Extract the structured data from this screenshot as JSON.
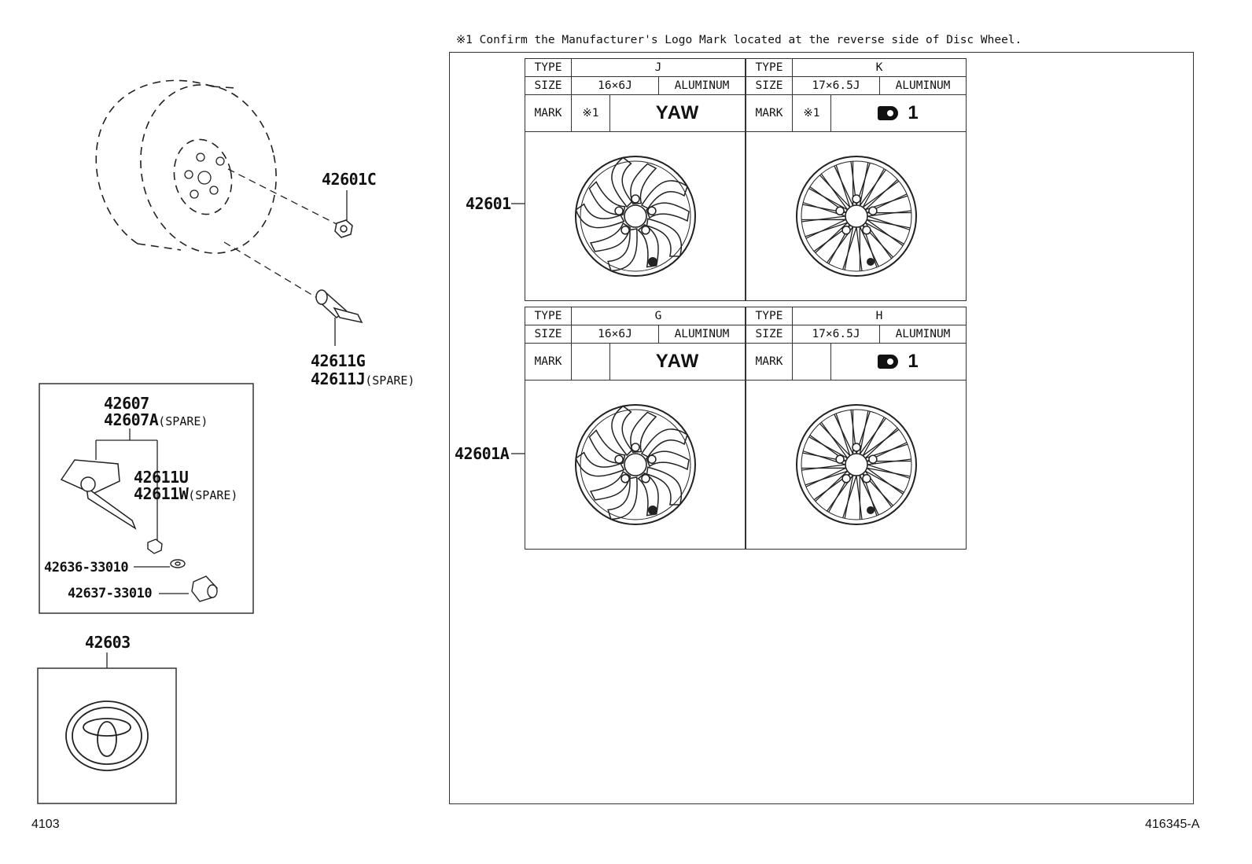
{
  "note": "※1  Confirm the Manufacturer's Logo Mark located at the reverse side of Disc Wheel.",
  "parts": {
    "nut": "42601C",
    "valve": "42611G",
    "valve_spare_num": "42611J",
    "valve_spare_tag": "(SPARE)",
    "sensor": "42607",
    "sensor_spare_num": "42607A",
    "sensor_spare_tag": "(SPARE)",
    "sensor_valve": "42611U",
    "sensor_valve_spare_num": "42611W",
    "sensor_valve_spare_tag": "(SPARE)",
    "grommet": "42636-33010",
    "cap": "42637-33010",
    "ornament": "42603",
    "wheel_row1": "42601",
    "wheel_row2": "42601A"
  },
  "labels": {
    "type": "TYPE",
    "size": "SIZE",
    "mark": "MARK"
  },
  "wheels": [
    {
      "type": "J",
      "size": "16×6J",
      "material": "ALUMINUM",
      "mark_note": "※1",
      "mark": "YAW",
      "style": "blade"
    },
    {
      "type": "K",
      "size": "17×6.5J",
      "material": "ALUMINUM",
      "mark_note": "※1",
      "mark": "1",
      "style": "spoke"
    },
    {
      "type": "G",
      "size": "16×6J",
      "material": "ALUMINUM",
      "mark_note": "",
      "mark": "YAW",
      "style": "blade"
    },
    {
      "type": "H",
      "size": "17×6.5J",
      "material": "ALUMINUM",
      "mark_note": "",
      "mark": "1",
      "style": "spoke"
    }
  ],
  "footer": {
    "left": "4103",
    "right": "416345-A"
  }
}
